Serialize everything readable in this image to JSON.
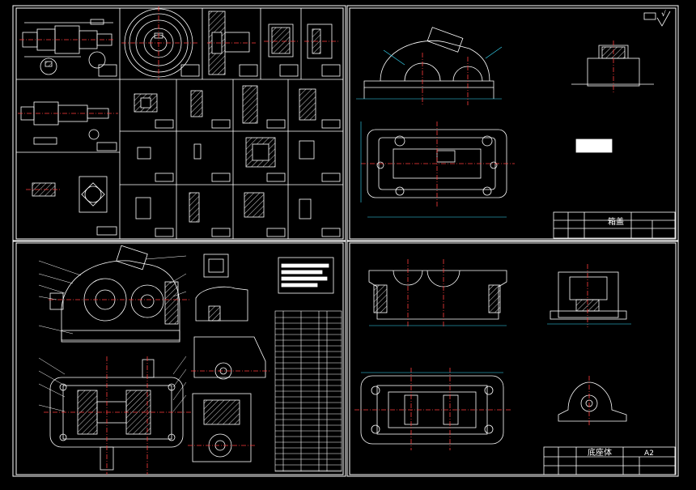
{
  "colors": {
    "background": "#000000",
    "line": "#ffffff",
    "accent_red": "#ff3b3b",
    "accent_cyan": "#37e0ff",
    "accent_yellow": "#ffe14a"
  },
  "sheets": {
    "cover_sheet": {
      "title_block": {
        "title": "箱盖"
      }
    },
    "base_sheet": {
      "title_block": {
        "title": "底座体",
        "scale_label": "A2"
      }
    }
  },
  "roughness_symbol": "√"
}
